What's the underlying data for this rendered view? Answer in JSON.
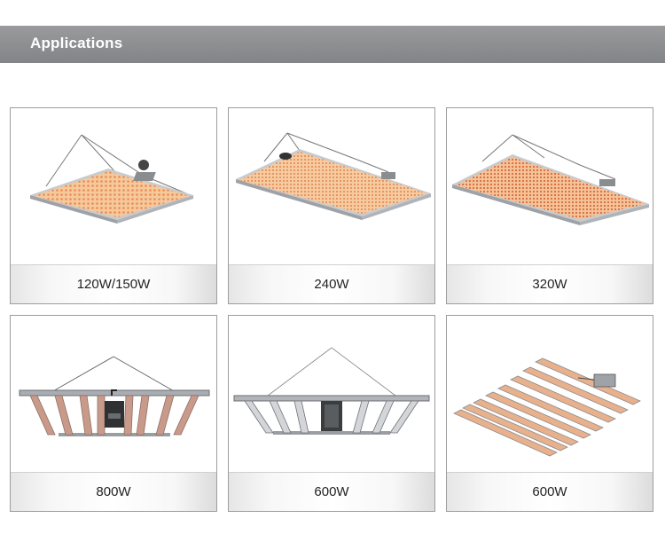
{
  "header": {
    "title": "Applications"
  },
  "products": [
    {
      "label": "120W/150W",
      "icon": "quantum-board-light-icon"
    },
    {
      "label": "240W",
      "icon": "quantum-board-light-icon"
    },
    {
      "label": "320W",
      "icon": "quantum-board-light-icon"
    },
    {
      "label": "800W",
      "icon": "bar-grow-light-icon"
    },
    {
      "label": "600W",
      "icon": "bar-grow-light-icon"
    },
    {
      "label": "600W",
      "icon": "bar-grow-light-icon"
    }
  ],
  "colors": {
    "header_band": "#8e8f92",
    "header_text": "#ffffff",
    "led_warm": "#f2b27a",
    "led_red": "#d9603e",
    "frame": "#b9bcc0"
  }
}
